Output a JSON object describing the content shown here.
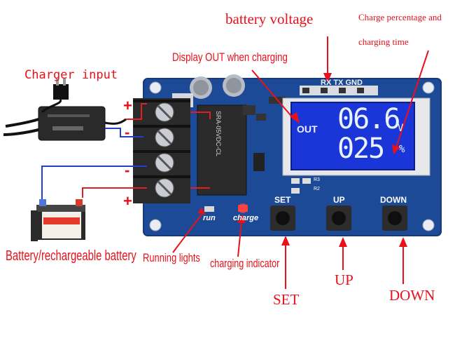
{
  "annotations": {
    "battery_voltage": "battery voltage",
    "charge_pct_line1": "Charge percentage and",
    "charge_pct_line2": "charging time",
    "display_out": "Display OUT when charging",
    "charger_input": "Charger input",
    "battery": "Battery/rechargeable battery",
    "running_lights": "Running lights",
    "charging_indicator": "charging indicator",
    "set": "SET",
    "up": "UP",
    "down": "DOWN",
    "plus_top": "+",
    "minus_top": "-",
    "minus_bottom": "-",
    "plus_bottom": "+"
  },
  "board": {
    "header_label": "RX TX GND",
    "relay_label": "SRA-05VDC-CL",
    "btn_set": "SET",
    "btn_up": "UP",
    "btn_down": "DOWN",
    "led_run": "run",
    "led_charge": "charge",
    "part_r3": "R3",
    "part_r2": "R2"
  },
  "lcd": {
    "out": "OUT",
    "voltage": "06.6",
    "voltage_unit": "V",
    "percent": "025",
    "percent_unit": "%"
  },
  "colors": {
    "pcb": "#1d4a96",
    "lcd": "#1a36d8",
    "annotation": "#e8101b",
    "wire_red": "#e01f22",
    "wire_blue": "#1f3fd0"
  }
}
